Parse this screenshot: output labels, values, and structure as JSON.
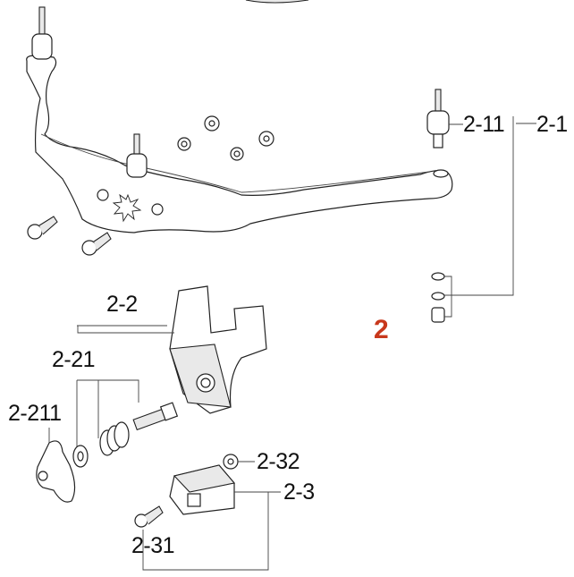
{
  "section_number": "2",
  "accent_color": "#c8381c",
  "callouts": {
    "c2_11": "2-11",
    "c2_1": "2-1",
    "c2_2": "2-2",
    "c2_21": "2-21",
    "c2_211": "2-211",
    "c2_32": "2-32",
    "c2_3": "2-3",
    "c2_31": "2-31"
  }
}
